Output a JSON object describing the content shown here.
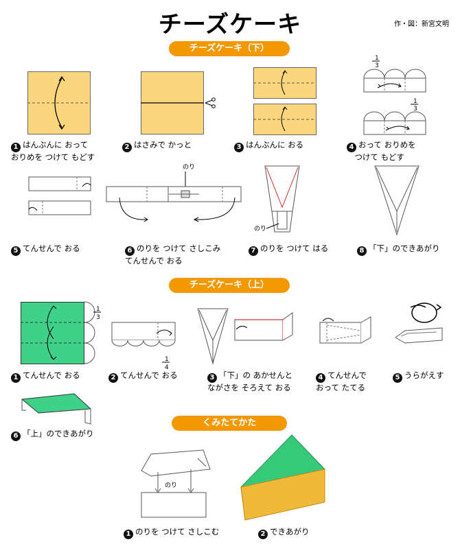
{
  "title": "チーズケーキ",
  "credit": "作・図：新宮文明",
  "sections": {
    "lower": "チーズケーキ（下）",
    "upper": "チーズケーキ（上）",
    "assembly": "くみたてかた"
  },
  "lower_steps": [
    {
      "num": "1",
      "text": "はんぶんに おって\nおりめを つけて もどす"
    },
    {
      "num": "2",
      "text": "はさみで かっと"
    },
    {
      "num": "3",
      "text": "はんぶんに おる"
    },
    {
      "num": "4",
      "text": "おって おりめを\n　つけて もどす"
    },
    {
      "num": "5",
      "text": "てんせんで おる"
    },
    {
      "num": "6",
      "text": "のりを つけて さしこみ\nてんせんで おる"
    },
    {
      "num": "7",
      "text": "のりを つけて はる"
    },
    {
      "num": "8",
      "text": "「下」のできあがり"
    }
  ],
  "upper_steps": [
    {
      "num": "1",
      "text": "てんせんで おる"
    },
    {
      "num": "2",
      "text": "てんせんで おる"
    },
    {
      "num": "3",
      "text": "「下」の あかせんと\nながさを そろえて おる"
    },
    {
      "num": "4",
      "text": "てんせんで\nおって たてる"
    },
    {
      "num": "5",
      "text": "うらがえす"
    },
    {
      "num": "6",
      "text": "「上」のできあがり"
    }
  ],
  "assembly_steps": [
    {
      "num": "1",
      "text": "のりを つけて さしこむ"
    },
    {
      "num": "2",
      "text": "できあがり"
    }
  ],
  "labels": {
    "glue": "のり",
    "fraction_num": "1",
    "third": "3",
    "quarter": "4"
  },
  "colors": {
    "accent": "#f39800",
    "paper_yellow": "#fcd67e",
    "paper_green": "#3fd08a",
    "cake_green": "#36c97a",
    "cake_yellow": "#f0b93a"
  }
}
